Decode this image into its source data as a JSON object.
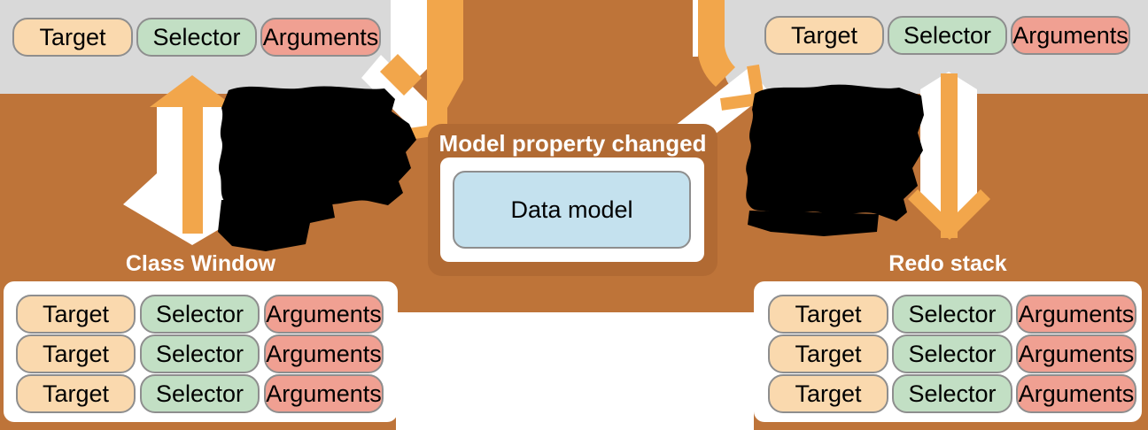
{
  "palette": {
    "background_brown": "#BE7439",
    "plaque_brown": "#B16A33",
    "arrow_orange": "#F2A64B",
    "operation_box_gray": "#D9D9D9",
    "target_fill": "#FAD9AE",
    "selector_fill": "#C2DFC4",
    "arguments_fill": "#F0A092",
    "capsule_border": "#8E8E8E",
    "data_model_fill": "#C4E1EE",
    "redaction_black": "#000000"
  },
  "operation_capsules": {
    "target": "Target",
    "selector": "Selector",
    "arguments": "Arguments"
  },
  "center": {
    "event_label": "Model property changed",
    "model_label": "Data model"
  },
  "stacks": {
    "left": {
      "title": "Class Window",
      "row_count": 3
    },
    "right": {
      "title": "Redo stack",
      "row_count": 3
    }
  }
}
